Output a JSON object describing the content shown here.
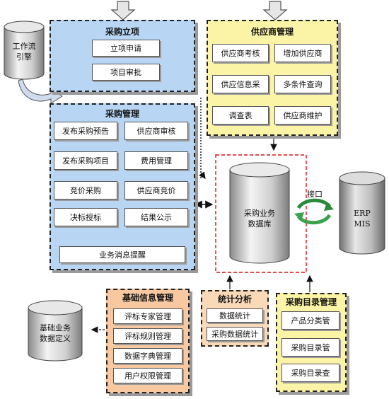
{
  "workflow_engine": {
    "line1": "工作流",
    "line2": "引擎"
  },
  "project_setup": {
    "title": "采购立项",
    "items": [
      "立项申请",
      "项目审批"
    ]
  },
  "supplier_mgmt": {
    "title": "供应商管理",
    "items": [
      "供应商考核",
      "增加供应商",
      "供应信息采",
      "多条件查询",
      "调查表",
      "供应商维护"
    ]
  },
  "purchase_mgmt": {
    "title": "采购管理",
    "items": [
      "发布采购预告",
      "供应商审核",
      "发布采购项目",
      "费用管理",
      "竞价采购",
      "供应商竞价",
      "决标授标",
      "结果公示"
    ],
    "message": "业务消息提醒"
  },
  "database": {
    "line1": "采购业务",
    "line2": "数据库"
  },
  "interface_label": "接口",
  "erp": {
    "line1": "ERP",
    "line2": "MIS"
  },
  "base_info_mgmt": {
    "title": "基础信息管理",
    "items": [
      "评标专家管理",
      "评标规则管理",
      "数据字典管理",
      "用户权限管理"
    ]
  },
  "stats": {
    "title": "统计分析",
    "items": [
      "数据统计",
      "采购数据统计"
    ]
  },
  "catalog_mgmt": {
    "title": "采购目录管理",
    "items": [
      "产品分类管",
      "采购目录管",
      "采购目录查"
    ]
  },
  "base_data_def": {
    "line1": "基础业务",
    "line2": "数据定义"
  }
}
